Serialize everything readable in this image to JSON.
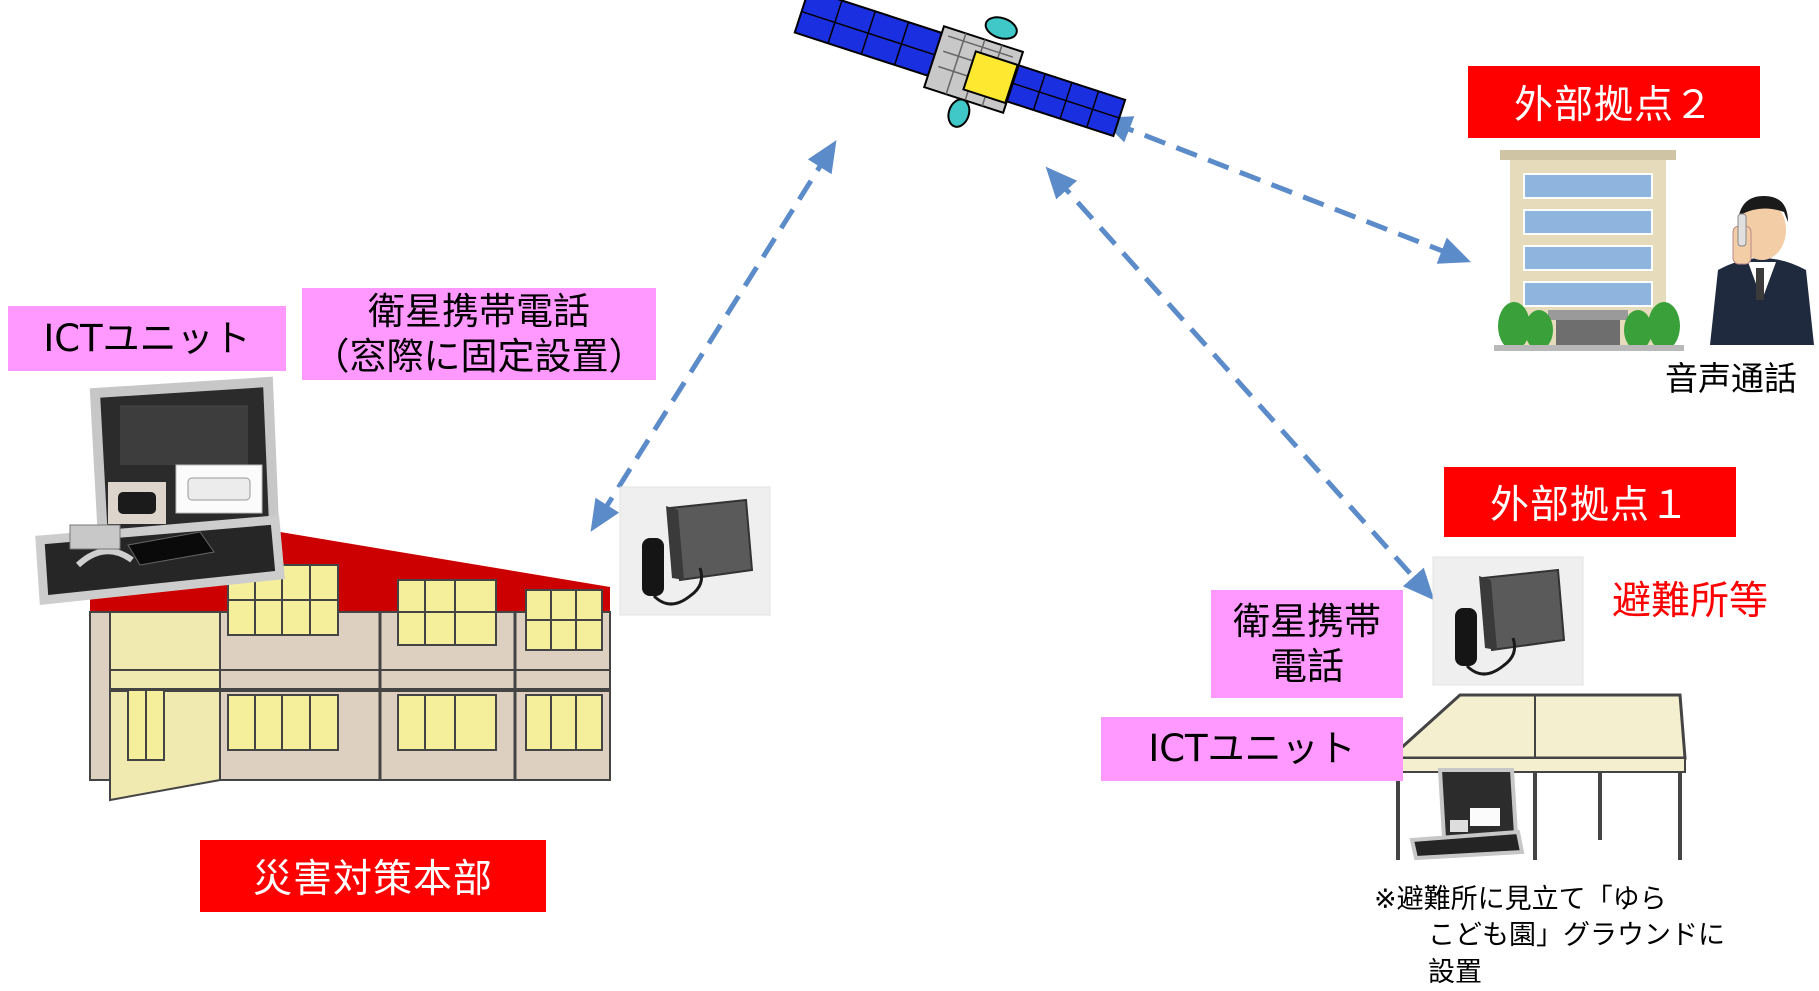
{
  "site_external2": "外部拠点２",
  "site_external1": "外部拠点１",
  "hq_label": "災害対策本部",
  "ict_unit_left": "ICTユニット",
  "satphone_left": {
    "line1": "衛星携帯電話",
    "line2": "（窓際に固定設置）"
  },
  "voice_call": "音声通話",
  "shelter_label": "避難所等",
  "satphone_right": {
    "line1": "衛星携帯",
    "line2": "電話"
  },
  "ict_unit_right": "ICTユニット",
  "note": {
    "line1": "※避難所に見立て「ゆら",
    "line2": "こども園」グラウンドに",
    "line3": "設置"
  },
  "colors": {
    "red_box": "#ff0000",
    "pink_box": "#ff99ff",
    "link_arrow": "#5b8bc8"
  },
  "icons": [
    "satellite-icon",
    "office-building-icon",
    "person-on-phone-icon",
    "school-building-icon",
    "ict-unit-case-icon",
    "satellite-phone-icon",
    "tent-icon"
  ]
}
